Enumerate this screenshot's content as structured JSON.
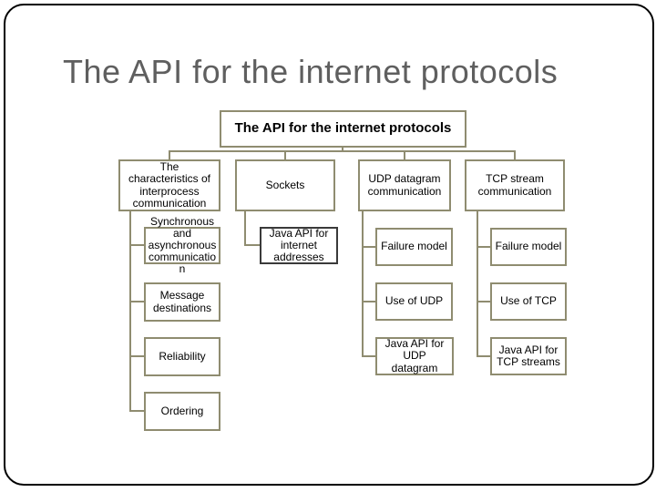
{
  "title": "The API for the internet protocols",
  "colors": {
    "title_text": "#5f5f5f",
    "connector": "#8f8c70",
    "box_border": "#8f8c70",
    "highlight_box_border": "#3a3a3a",
    "box_text": "#000000",
    "slide_border": "#000000"
  },
  "diagram": {
    "root": "The API for the internet protocols",
    "columns": [
      {
        "header": "The\ncharacteristics of\ninterprocess\ncommunication",
        "items": [
          "Synchronous\nand\nasynchronous\ncommunicatio\nn",
          "Message\ndestinations",
          "Reliability",
          "Ordering"
        ]
      },
      {
        "header": "Sockets",
        "items": [
          "Java API for\ninternet\naddresses"
        ]
      },
      {
        "header": "UDP datagram\ncommunication",
        "items": [
          "Failure model",
          "Use of UDP",
          "Java API for\nUDP\ndatagram"
        ]
      },
      {
        "header": "TCP stream\ncommunication",
        "items": [
          "Failure model",
          "Use of TCP",
          "Java API for\nTCP streams"
        ]
      }
    ]
  }
}
